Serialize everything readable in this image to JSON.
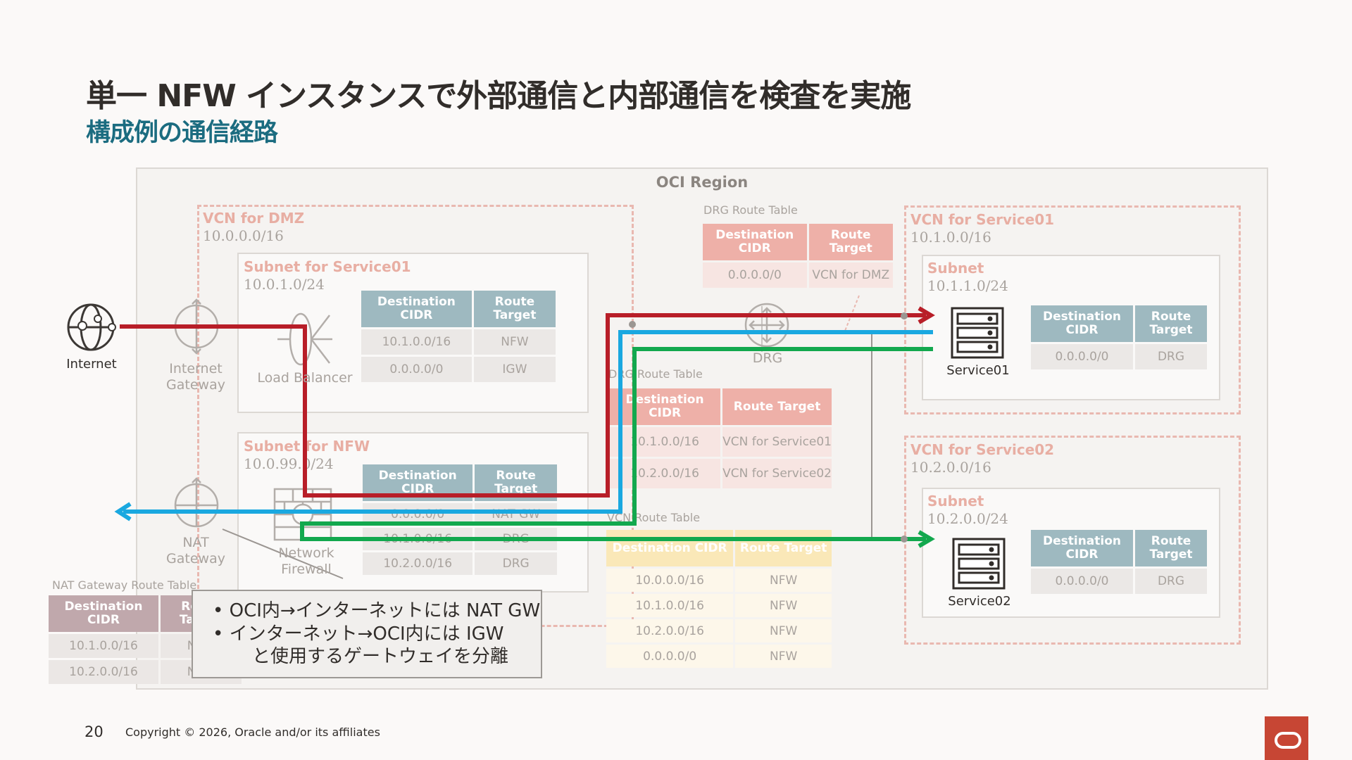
{
  "title": "単一 NFW インスタンスで外部通信と内部通信を検査を実施",
  "subtitle": "構成例の通信経路",
  "region_label": "OCI Region",
  "vcn_dmz": {
    "name": "VCN for DMZ",
    "cidr": "10.0.0.0/16",
    "subnet_service01": {
      "name": "Subnet for Service01",
      "cidr": "10.0.1.0/24"
    },
    "subnet_nfw": {
      "name": "Subnet for NFW",
      "cidr": "10.0.99.0/24"
    }
  },
  "vcn_service01": {
    "name": "VCN for Service01",
    "cidr": "10.1.0.0/16",
    "subnet": {
      "name": "Subnet",
      "cidr": "10.1.1.0/24"
    }
  },
  "vcn_service02": {
    "name": "VCN for Service02",
    "cidr": "10.2.0.0/16",
    "subnet": {
      "name": "Subnet",
      "cidr": "10.2.0.0/24"
    }
  },
  "labels": {
    "internet": "Internet",
    "internet_gateway": "Internet\nGateway",
    "load_balancer": "Load Balancer",
    "nat_gateway": "NAT\nGateway",
    "network_firewall": "Network\nFirewall",
    "drg": "DRG",
    "service01": "Service01",
    "service02": "Service02"
  },
  "tables": {
    "lb_subnet": {
      "headers": [
        "Destination CIDR",
        "Route Target"
      ],
      "rows": [
        [
          "10.1.0.0/16",
          "NFW"
        ],
        [
          "0.0.0.0/0",
          "IGW"
        ]
      ]
    },
    "nfw_subnet": {
      "headers": [
        "Destination CIDR",
        "Route Target"
      ],
      "rows": [
        [
          "0.0.0.0/0",
          "NAT GW"
        ],
        [
          "10.1.0.0/16",
          "DRG"
        ],
        [
          "10.2.0.0/16",
          "DRG"
        ]
      ]
    },
    "drg_top": {
      "title": "DRG Route Table",
      "headers": [
        "Destination CIDR",
        "Route Target"
      ],
      "rows": [
        [
          "0.0.0.0/0",
          "VCN for DMZ"
        ]
      ]
    },
    "drg_mid": {
      "title": "DRG Route Table",
      "headers": [
        "Destination CIDR",
        "Route Target"
      ],
      "rows": [
        [
          "10.1.0.0/16",
          "VCN for Service01"
        ],
        [
          "10.2.0.0/16",
          "VCN for Service02"
        ]
      ]
    },
    "vcn_rt": {
      "title": "VCN Route Table",
      "headers": [
        "Destination CIDR",
        "Route Target"
      ],
      "rows": [
        [
          "10.0.0.0/16",
          "NFW"
        ],
        [
          "10.1.0.0/16",
          "NFW"
        ],
        [
          "10.2.0.0/16",
          "NFW"
        ],
        [
          "0.0.0.0/0",
          "NFW"
        ]
      ]
    },
    "svc01": {
      "headers": [
        "Destination CIDR",
        "Route Target"
      ],
      "rows": [
        [
          "0.0.0.0/0",
          "DRG"
        ]
      ]
    },
    "svc02": {
      "headers": [
        "Destination CIDR",
        "Route Target"
      ],
      "rows": [
        [
          "0.0.0.0/0",
          "DRG"
        ]
      ]
    },
    "natgw": {
      "title": "NAT Gateway Route Table",
      "headers": [
        "Destination CIDR",
        "Route Target"
      ],
      "rows": [
        [
          "10.1.0.0/16",
          "NFW"
        ],
        [
          "10.2.0.0/16",
          "NFW"
        ]
      ]
    }
  },
  "callout": {
    "line1": "OCI内→インターネットには NAT GW",
    "line2": "インターネット→OCI内には IGW",
    "line3": "と使用するゲートウェイを分離"
  },
  "footer": {
    "page": "20",
    "copyright": "Copyright © 2026, Oracle and/or its affiliates"
  },
  "colors": {
    "red_path": "#b81e28",
    "blue_path": "#1aa8e0",
    "green_path": "#12a84e",
    "brand": "#c74634"
  }
}
